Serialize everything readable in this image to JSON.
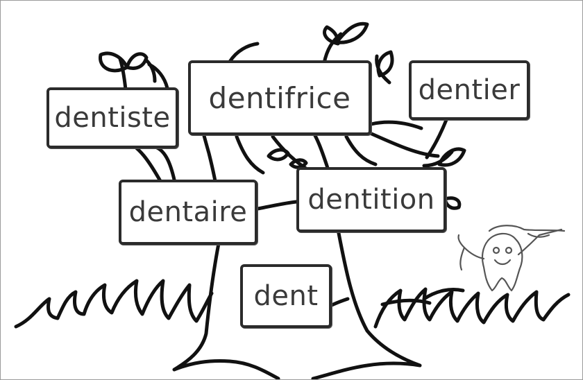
{
  "words": {
    "dentiste": "dentiste",
    "dentifrice": "dentifrice",
    "dentier": "dentier",
    "dentaire": "dentaire",
    "dentition": "dentition",
    "dent": "dent"
  },
  "colors": {
    "line": "#111111",
    "box_border": "#2b2b2b",
    "text": "#3a3a3a",
    "frame_border": "#9a9a9a",
    "background": "#ffffff"
  },
  "icons": [
    "tree-drawing",
    "grass-drawing",
    "tooth-character-drawing",
    "leaf-icon"
  ]
}
